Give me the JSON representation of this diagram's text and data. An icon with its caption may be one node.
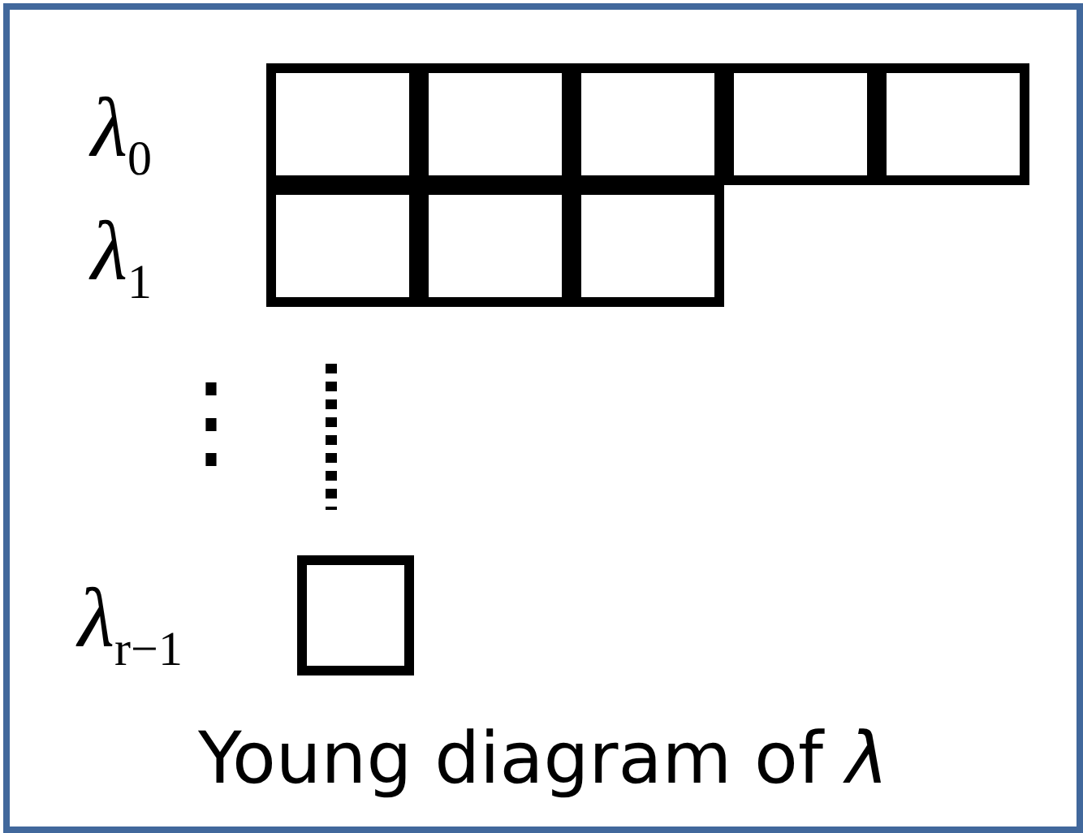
{
  "diagram": {
    "caption": "Young diagram of *λ*",
    "nodes": [
      {
        "text": [],
        "shape": "box"
      },
      {
        "text": [],
        "shape": "box"
      },
      {
        "text": [],
        "shape": "box"
      },
      {
        "text": [],
        "shape": "box"
      },
      {
        "text": [],
        "shape": "box"
      },
      {
        "text": [],
        "shape": "box"
      },
      {
        "text": [],
        "shape": "box"
      },
      {
        "text": [],
        "shape": "box"
      },
      {
        "text": [],
        "shape": "box"
      }
    ],
    "labels": [
      "*λ*$_{0}$",
      "*λ*$_{1}$",
      "⋮",
      "*λ*$_{r−1}$"
    ]
  }
}
